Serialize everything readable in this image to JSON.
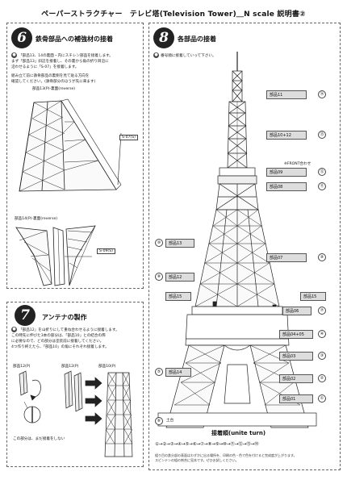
{
  "title": "ペーパーストラクチャー　テレビ塔(Television Tower)＿N scale 説明書②",
  "step6": {
    "number": "6",
    "title": "鉄骨部品への補強材の接着",
    "text1": "「部品13、14の裏面・内にスチレン部品を接着します。",
    "text2": "まず「部品13」斜辺を接着し、その裏から角の折り目沿に",
    "text3": "沿わせるように「S-07」を接着します。",
    "text4": "組み立て前に鉄骨部品の裏側を見て貼る方向を",
    "text5": "確認してください。(鉄骨部分のほうが先に来ます)",
    "part13_label": "部品13(P)-裏面(reverse)",
    "s07": "S-07(S)",
    "part14_label": "部品14(P)-裏面(reverse)",
    "s09": "S-09(S)"
  },
  "step7": {
    "number": "7",
    "title": "アンテナの製作",
    "text1": "「部品12」を山折りにして重ね合わせるように接着します。",
    "text2": "この時先に伸びた3本の部分は、「部品10」との結合の際",
    "text3": "に必要なので、どの部分は塗装前に接着してください。",
    "text4": "4つ作り終えたら、「部品10」の角にそれぞれ接着します。",
    "part12a": "部品12(P)",
    "part12b": "部品12(P)",
    "part10": "部品10(P)",
    "note": "この部分は、まだ接着をしない"
  },
  "step8": {
    "number": "8",
    "title": "各部品の接着",
    "text1": "番号順に接着していって下さい。",
    "front_label": "※FRONT合わせ",
    "labels": [
      {
        "name": "部品11",
        "num": "⑭"
      },
      {
        "name": "部品10+12",
        "num": "⑬"
      },
      {
        "name": "部品09",
        "num": "⑫"
      },
      {
        "name": "部品08",
        "num": "⑪"
      },
      {
        "name": "部品13",
        "num": "⑩"
      },
      {
        "name": "部品07",
        "num": "⑨"
      },
      {
        "name": "部品12",
        "num": "⑧"
      },
      {
        "name": "部品15",
        "num": ""
      },
      {
        "name": "部品15",
        "num": ""
      },
      {
        "name": "部品06",
        "num": "⑦"
      },
      {
        "name": "部品04+05",
        "num": "④"
      },
      {
        "name": "部品03",
        "num": "③"
      },
      {
        "name": "部品14",
        "num": "⑤"
      },
      {
        "name": "部品02",
        "num": "②"
      },
      {
        "name": "部品01",
        "num": "①"
      },
      {
        "name": "土台",
        "num": "⑥"
      }
    ]
  },
  "sequence": {
    "title": "接着順(unite turn)",
    "order": "①→②→③→④→⑤→⑥→⑦→⑧→⑨→⑩→⑪→⑫→⑬→⑭"
  },
  "footnote1": "組り目の鉄分部の表面はわずかに出る場所を、印刷の色・色で色を付けると完成度が上がります。",
  "footnote2": "スピンテンの組の刺合に見本です。ぜひお試しください。"
}
